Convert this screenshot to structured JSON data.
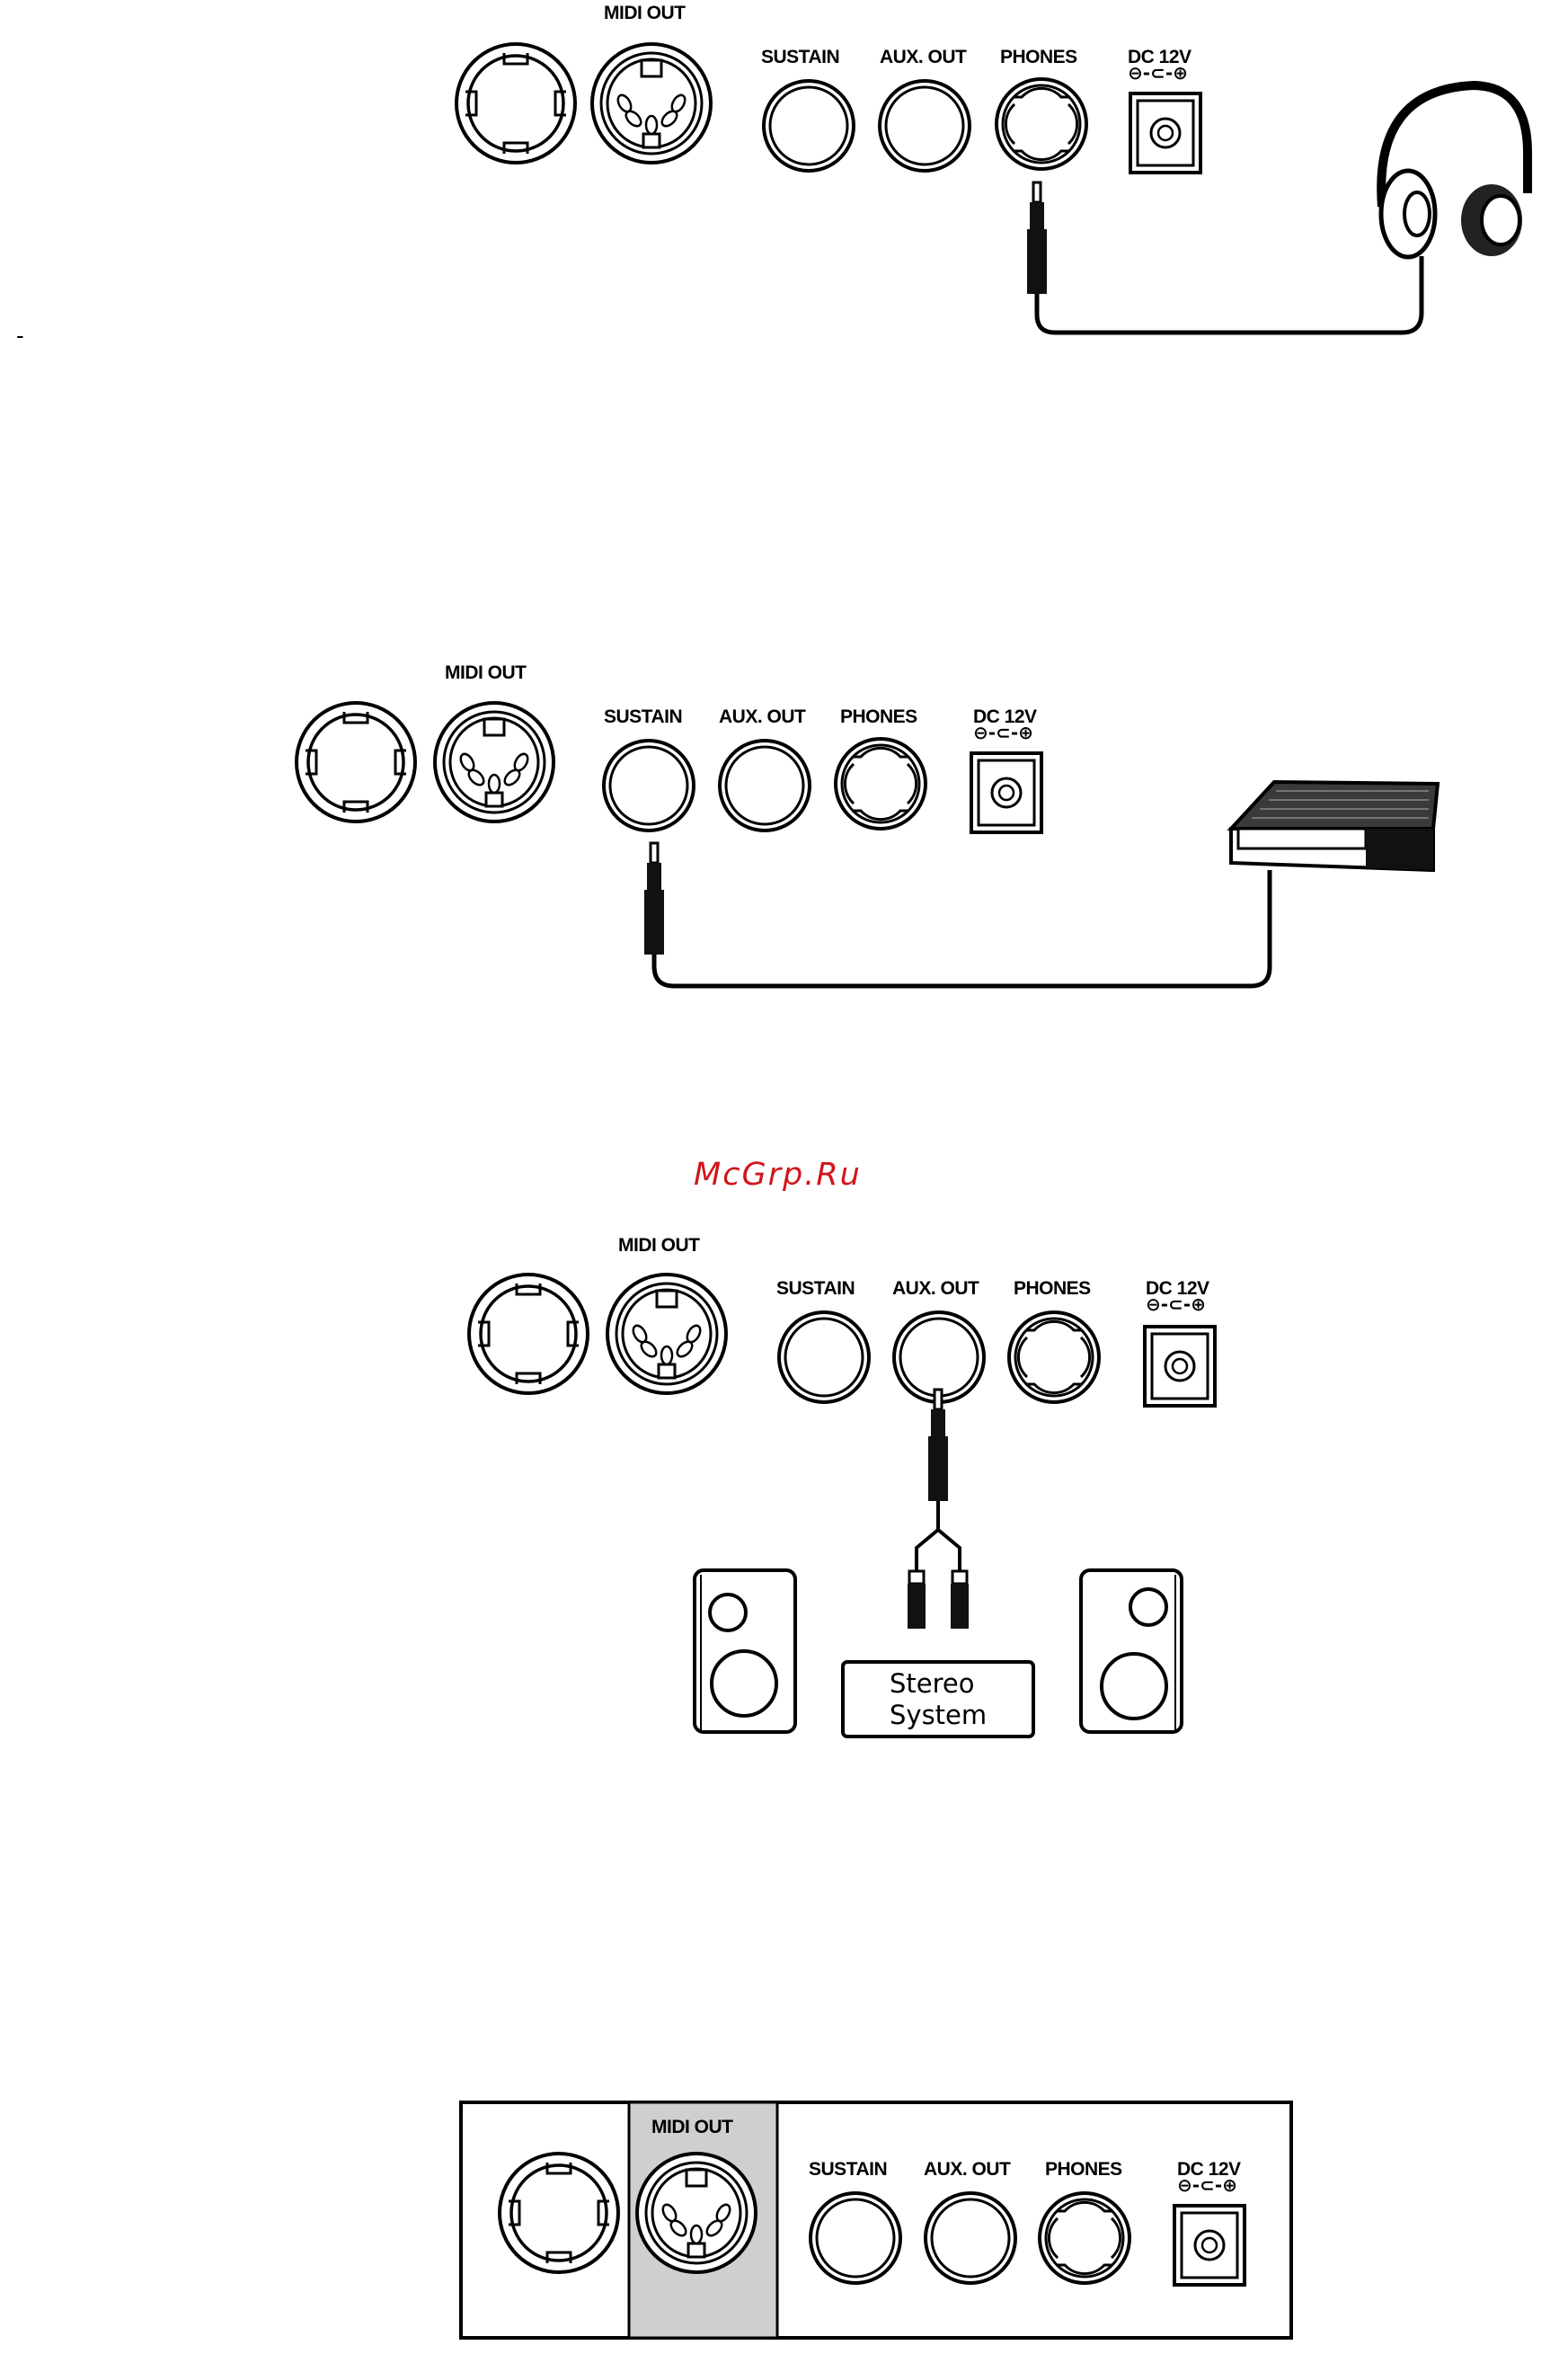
{
  "panel_labels": {
    "midi_out": "MIDI OUT",
    "sustain": "SUSTAIN",
    "aux_out": "AUX. OUT",
    "phones": "PHONES",
    "dc": "DC 12V",
    "dc_polarity": "⊖-⊂-⊕"
  },
  "watermark": "McGrp.Ru",
  "stereo_box": {
    "line1": "Stereo",
    "line2": "System"
  },
  "margin_mark": "-",
  "diagrams": [
    {
      "name": "headphones",
      "connected_jack": "PHONES"
    },
    {
      "name": "sustain-pedal",
      "connected_jack": "SUSTAIN"
    },
    {
      "name": "stereo-system",
      "connected_jack": "AUX. OUT"
    },
    {
      "name": "midi-out-highlight",
      "highlighted_jack": "MIDI OUT"
    }
  ],
  "colors": {
    "ink": "#000000",
    "watermark": "#d0161b",
    "highlight": "#cfcfcf"
  }
}
